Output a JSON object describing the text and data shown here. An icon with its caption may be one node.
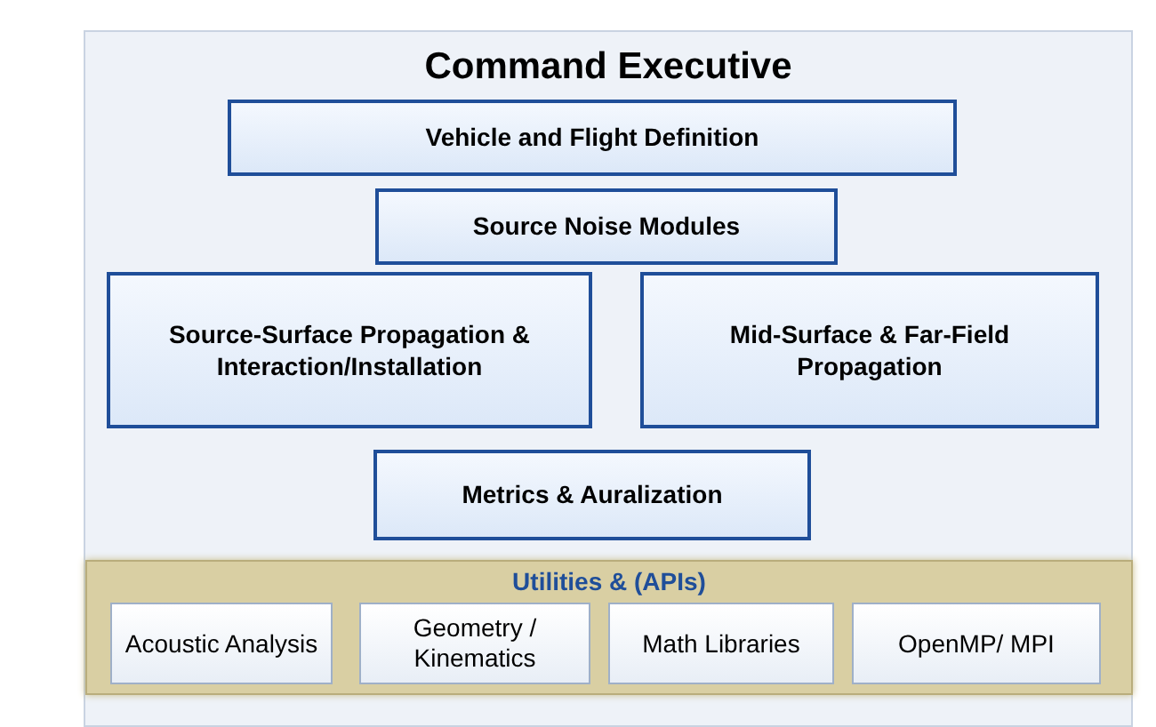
{
  "diagram": {
    "nodes": [
      {
        "text": [
          "Command Executive"
        ]
      },
      {
        "text": [
          "Vehicle and Flight Definition"
        ],
        "in": 0
      },
      {
        "text": [
          "Source Noise Modules"
        ],
        "in": 0
      },
      {
        "text": [
          "Source-Surface Propagation & Interaction/Installation"
        ],
        "in": 0
      },
      {
        "text": [
          "Mid-Surface & Far-Field Propagation"
        ],
        "in": 0
      },
      {
        "text": [
          "Metrics & Auralization"
        ],
        "in": 0
      },
      {
        "text": [
          "Utilities & (APIs)"
        ],
        "in": 0
      },
      {
        "text": [
          "Acoustic Analysis"
        ],
        "in": 6
      },
      {
        "text": [
          "Geometry / Kinematics"
        ],
        "in": 6
      },
      {
        "text": [
          "Math Libraries"
        ],
        "in": 6
      },
      {
        "text": [
          "OpenMP/ MPI"
        ],
        "in": 6
      }
    ],
    "edges": []
  }
}
